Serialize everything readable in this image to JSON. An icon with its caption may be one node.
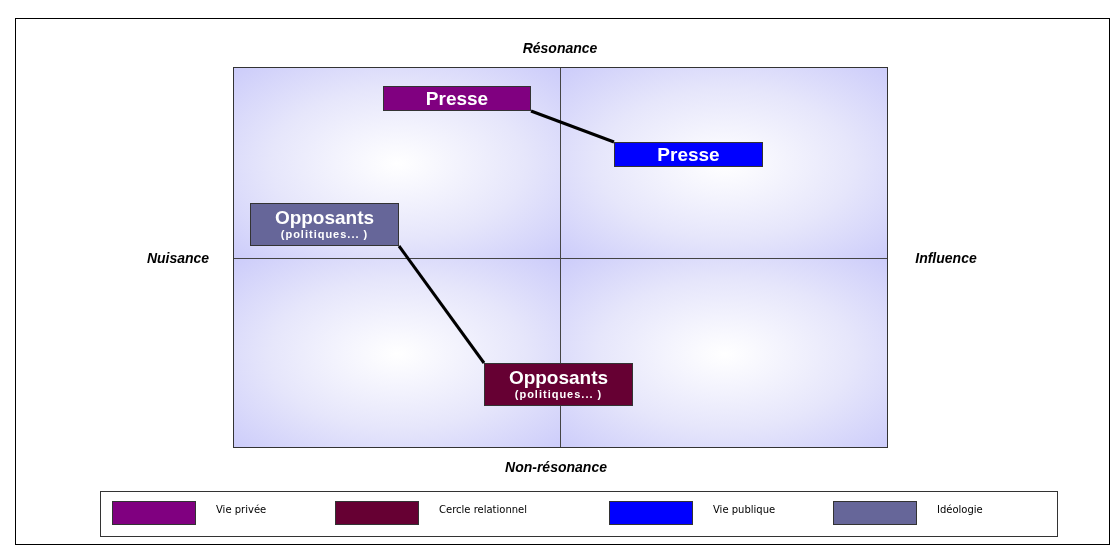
{
  "diagram": {
    "nodes": [
      {
        "text": [
          "Presse"
        ]
      },
      {
        "text": [
          "Presse"
        ]
      },
      {
        "text": [
          "Opposants",
          "(politiques... )"
        ]
      },
      {
        "text": [
          "Opposants",
          "(politiques... )"
        ]
      }
    ],
    "edges": [
      {
        "from": 0,
        "to": 1,
        "arrow": "none"
      },
      {
        "from": 2,
        "to": 3,
        "arrow": "none"
      }
    ],
    "labels": [
      "Résonance",
      "Nuisance",
      "Influence",
      "Non-résonance"
    ],
    "legend": [
      {
        "text": "Vie privée",
        "color": "#800080"
      },
      {
        "text": "Cercle relationnel",
        "color": "#660033"
      },
      {
        "text": "Vie publique",
        "color": "#0000ff"
      },
      {
        "text": "Idéologie",
        "color": "#666699"
      }
    ]
  }
}
